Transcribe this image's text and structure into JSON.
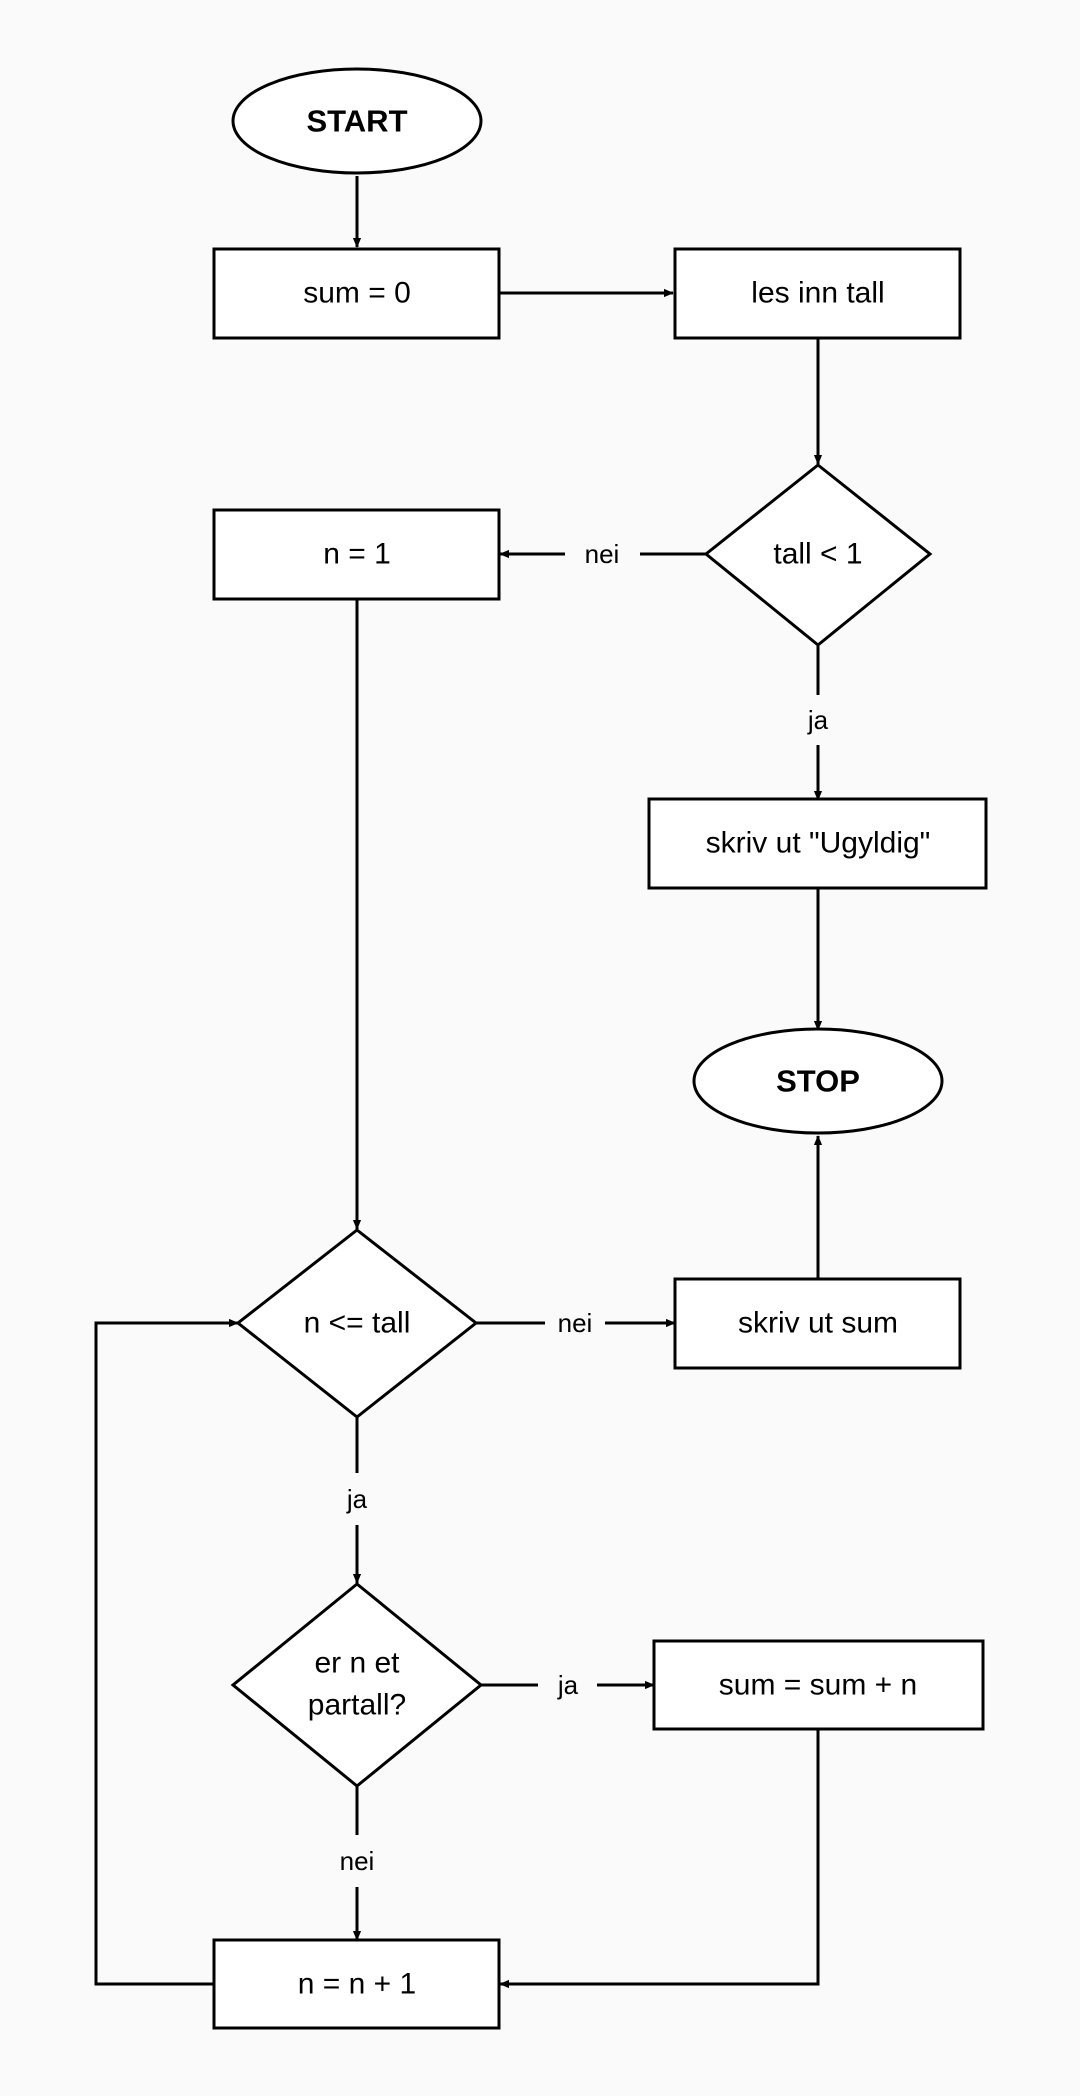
{
  "nodes": {
    "start": "START",
    "sum_init": "sum = 0",
    "read": "les inn tall",
    "check_less": "tall < 1",
    "n_init": "n = 1",
    "print_invalid": "skriv ut \"Ugyldig\"",
    "stop": "STOP",
    "loop_check": "n <= tall",
    "print_sum": "skriv ut sum",
    "even_check_line1": "er n et",
    "even_check_line2": "partall?",
    "add": "sum = sum + n",
    "increment": "n = n + 1"
  },
  "edges": {
    "check_less_no": "nei",
    "check_less_yes": "ja",
    "loop_no": "nei",
    "loop_yes": "ja",
    "even_yes": "ja",
    "even_no": "nei"
  }
}
